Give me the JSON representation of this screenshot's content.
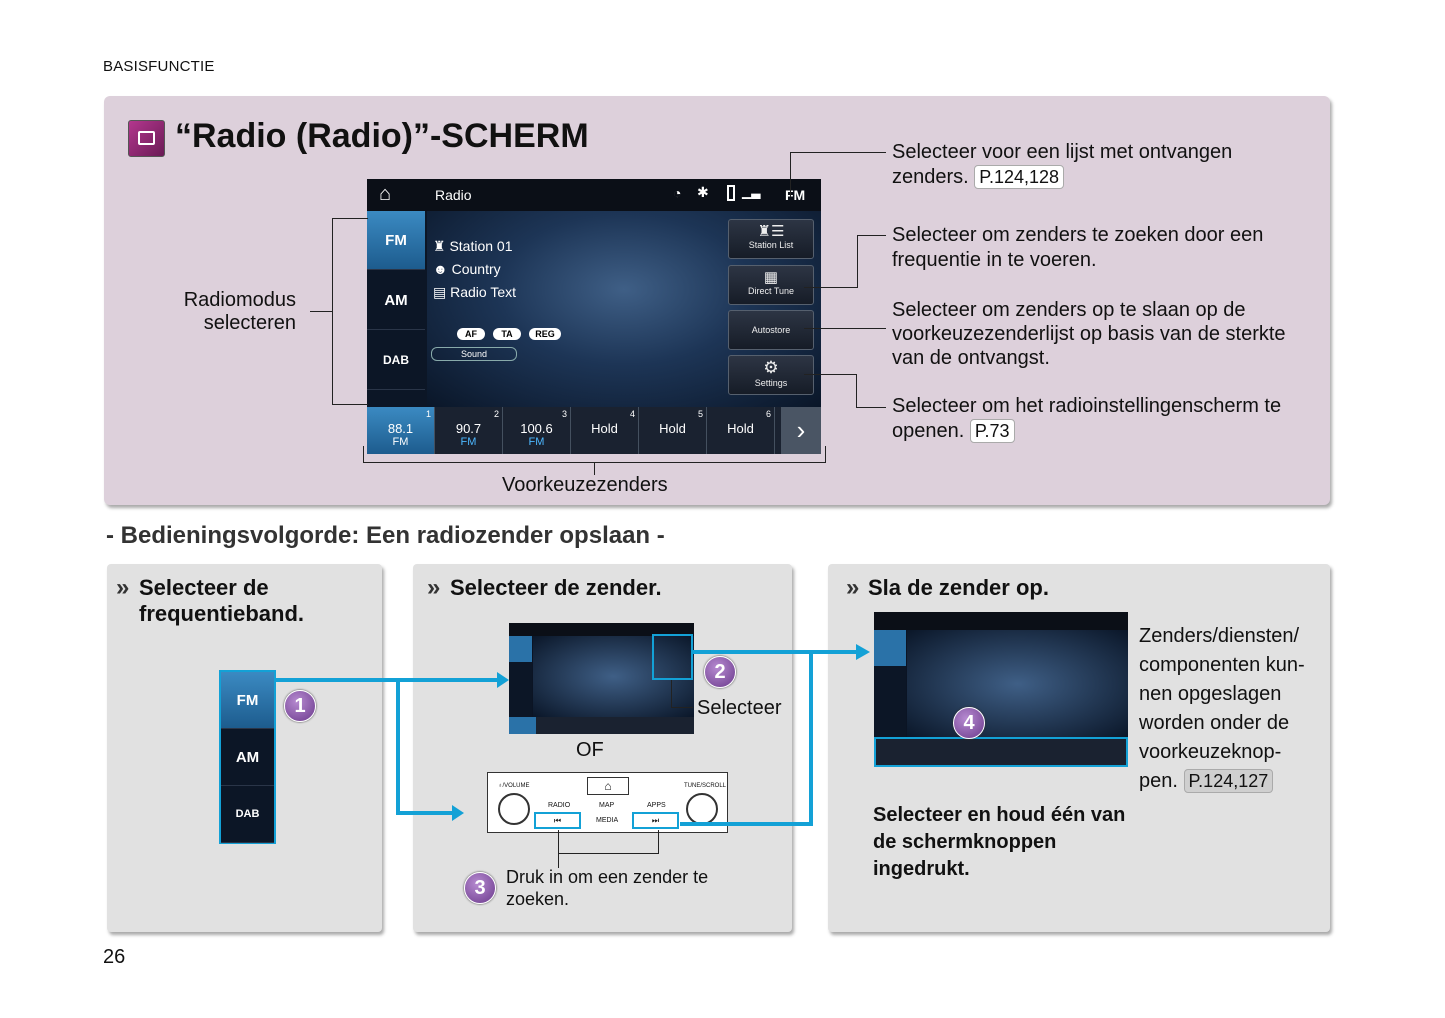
{
  "header": {
    "section": "BASISFUNCTIE"
  },
  "title": "“Radio (Radio)”-SCHERM",
  "screen": {
    "app": "Radio",
    "band_indicator": "FM",
    "bands": [
      "FM",
      "AM",
      "DAB"
    ],
    "selected_band": "FM",
    "station": "Station 01",
    "genre": "Country",
    "radio_text": "Radio Text",
    "tags": [
      "AF",
      "TA",
      "REG"
    ],
    "sound": "Sound",
    "buttons": [
      "Station List",
      "Direct Tune",
      "Autostore",
      "Settings"
    ],
    "presets": [
      {
        "num": "1",
        "freq": "88.1",
        "band": "FM"
      },
      {
        "num": "2",
        "freq": "90.7",
        "band": "FM"
      },
      {
        "num": "3",
        "freq": "100.6",
        "band": "FM"
      },
      {
        "num": "4",
        "freq": "Hold",
        "band": ""
      },
      {
        "num": "5",
        "freq": "Hold",
        "band": ""
      },
      {
        "num": "6",
        "freq": "Hold",
        "band": ""
      }
    ]
  },
  "callouts": {
    "station_list": "Selecteer voor een lijst met ontvangen zenders.",
    "station_list_ref": "P.124,128",
    "direct_tune": "Selecteer om zenders te zoeken door een frequentie in te voeren.",
    "autostore": "Selecteer om zenders op te slaan op de voorkeuzezenderlijst op basis van de sterkte van de ontvangst.",
    "settings": "Selecteer om het radioinstellingenscherm te openen.",
    "settings_ref": "P.73",
    "radiomode": "Radiomodus selecteren",
    "presets": "Voorkeuzezenders"
  },
  "subtitle": "- Bedieningsvolgorde: Een radiozender opslaan -",
  "steps": [
    {
      "title": "Selecteer de frequentieband.",
      "badge": "1"
    },
    {
      "title": "Selecteer de zender.",
      "badge": "2",
      "select": "Selecteer",
      "or": "OF",
      "badge3": "3",
      "note": "Druk in om een zender te zoeken."
    },
    {
      "title": "Sla de zender op.",
      "badge": "4",
      "side_text": "Zenders/diensten/ componenten kun- nen opgeslagen worden onder de voorkeuzeknop- pen.",
      "side_ref": "P.124,127",
      "bold_text": "Selecteer en houd één van de schermknoppen ingedrukt."
    }
  ],
  "panel": {
    "vol": "♁/VOLUME",
    "tune": "TUNE/SCROLL",
    "radio": "RADIO",
    "map": "MAP",
    "apps": "APPS",
    "media": "MEDIA",
    "prev": "⏮",
    "next": "⏭"
  },
  "page_number": "26"
}
